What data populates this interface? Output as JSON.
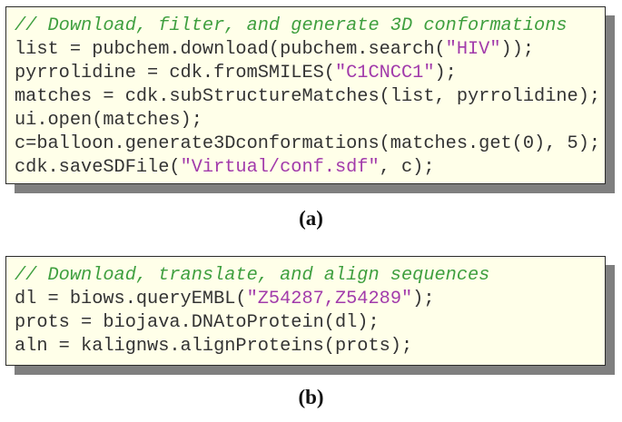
{
  "figure": {
    "panels": [
      {
        "label": "(a)",
        "lines": [
          [
            {
              "t": "// Download, filter, and generate 3D conformations",
              "k": "comment"
            }
          ],
          [
            {
              "t": "list = pubchem.download(pubchem.search(",
              "k": "plain"
            },
            {
              "t": "\"HIV\"",
              "k": "string"
            },
            {
              "t": "));",
              "k": "plain"
            }
          ],
          [
            {
              "t": "pyrrolidine = cdk.fromSMILES(",
              "k": "plain"
            },
            {
              "t": "\"C1CNCC1\"",
              "k": "string"
            },
            {
              "t": ");",
              "k": "plain"
            }
          ],
          [
            {
              "t": "matches = cdk.subStructureMatches(list, pyrrolidine);",
              "k": "plain"
            }
          ],
          [
            {
              "t": "ui.open(matches);",
              "k": "plain"
            }
          ],
          [
            {
              "t": "c=balloon.generate3Dconformations(matches.get(0), 5);",
              "k": "plain"
            }
          ],
          [
            {
              "t": "cdk.saveSDFile(",
              "k": "plain"
            },
            {
              "t": "\"Virtual/conf.sdf\"",
              "k": "string"
            },
            {
              "t": ", c);",
              "k": "plain"
            }
          ]
        ]
      },
      {
        "label": "(b)",
        "lines": [
          [
            {
              "t": "// Download, translate, and align sequences",
              "k": "comment"
            }
          ],
          [
            {
              "t": "dl = biows.queryEMBL(",
              "k": "plain"
            },
            {
              "t": "\"Z54287,Z54289\"",
              "k": "string"
            },
            {
              "t": ");",
              "k": "plain"
            }
          ],
          [
            {
              "t": "prots = biojava.DNAtoProtein(dl);",
              "k": "plain"
            }
          ],
          [
            {
              "t": "aln = kalignws.alignProteins(prots);",
              "k": "plain"
            }
          ]
        ]
      }
    ]
  },
  "colors": {
    "comment": "#3f9f3f",
    "string": "#a23bab",
    "plain": "#333333",
    "box_background": "#ffffe9",
    "box_border": "#2b2b2b",
    "shadow": "#7f7f7f"
  }
}
